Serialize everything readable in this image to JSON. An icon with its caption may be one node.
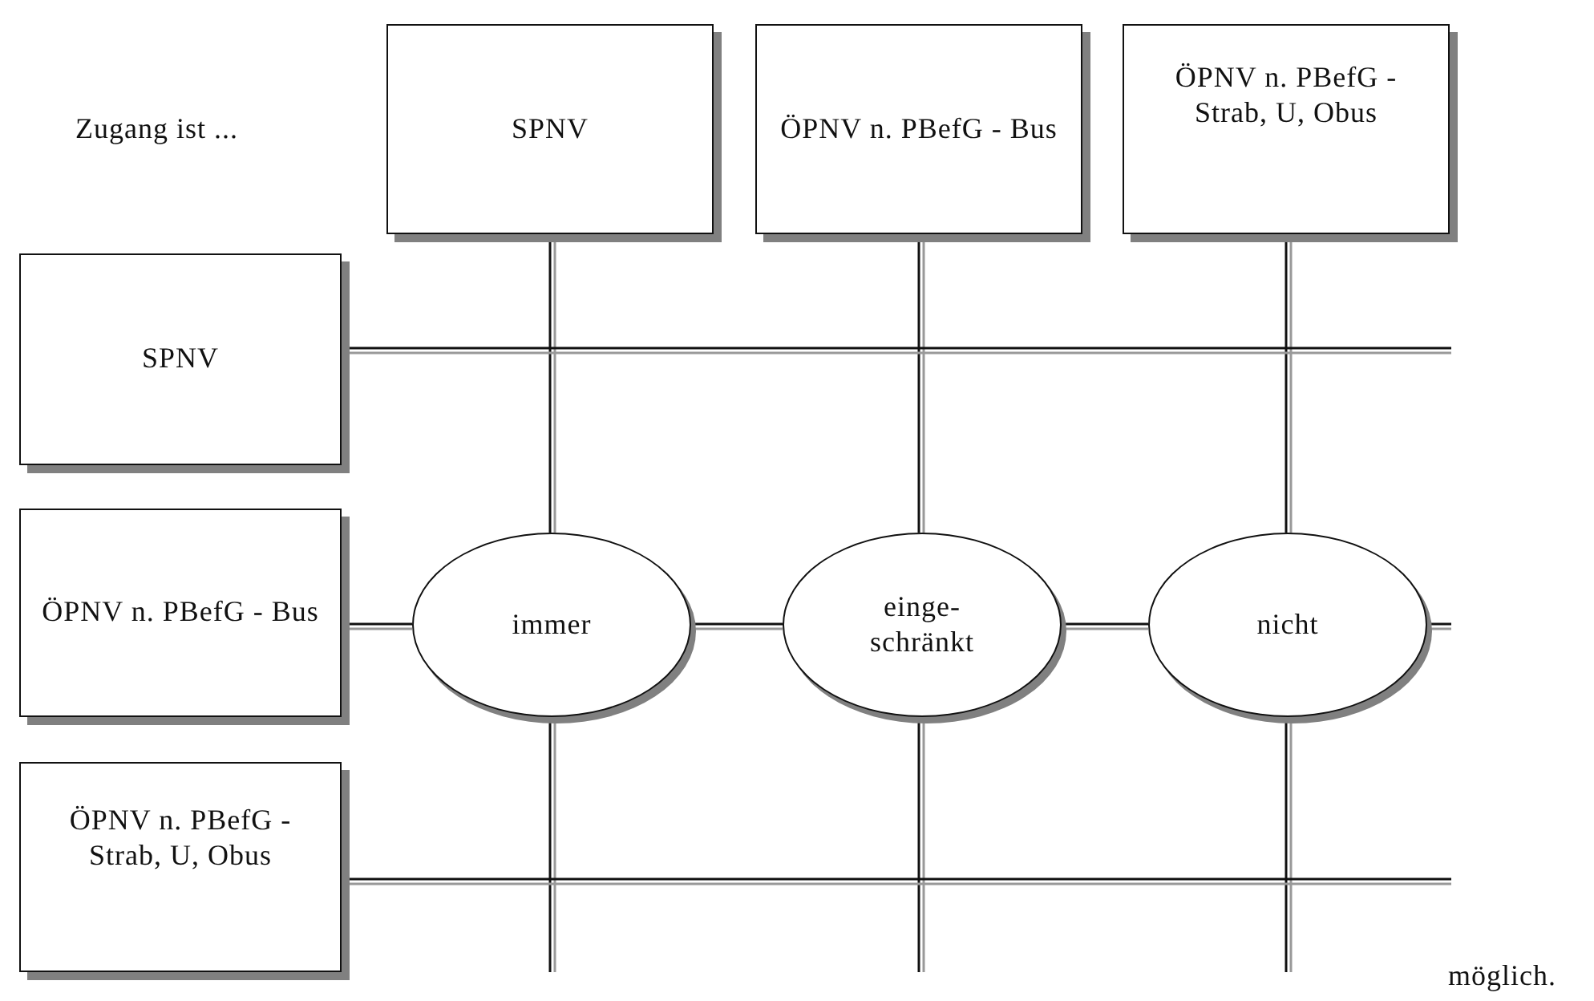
{
  "diagram": {
    "nodes": [
      {
        "text": [
          "SPNV"
        ]
      },
      {
        "text": [
          "ÖPNV n. PBefG - Bus"
        ]
      },
      {
        "text": [
          "ÖPNV n. PBefG - Strab, U, Obus"
        ]
      },
      {
        "text": [
          "SPNV"
        ]
      },
      {
        "text": [
          "ÖPNV n. PBefG - Bus"
        ]
      },
      {
        "text": [
          "immer"
        ]
      },
      {
        "text": [
          "einge- schränkt"
        ]
      },
      {
        "text": [
          "nicht"
        ]
      },
      {
        "text": [
          "ÖPNV n. PBefG - Strab, U, Obus"
        ]
      }
    ],
    "edges": [
      {
        "from": 0,
        "to": 5,
        "arrow": "none"
      },
      {
        "from": 5,
        "to": null,
        "arrow": "none"
      },
      {
        "from": 1,
        "to": 6,
        "arrow": "none"
      },
      {
        "from": 6,
        "to": null,
        "arrow": "none"
      },
      {
        "from": 2,
        "to": 7,
        "arrow": "none"
      },
      {
        "from": 7,
        "to": null,
        "arrow": "none"
      },
      {
        "from": 3,
        "to": null,
        "arrow": "none"
      },
      {
        "from": 4,
        "to": 5,
        "arrow": "none"
      },
      {
        "from": 5,
        "to": 6,
        "arrow": "none"
      },
      {
        "from": 6,
        "to": 7,
        "arrow": "none"
      },
      {
        "from": 7,
        "to": null,
        "arrow": "none"
      },
      {
        "from": 8,
        "to": null,
        "arrow": "none"
      }
    ],
    "labels": [
      "Zugang ist ...",
      "möglich."
    ]
  }
}
